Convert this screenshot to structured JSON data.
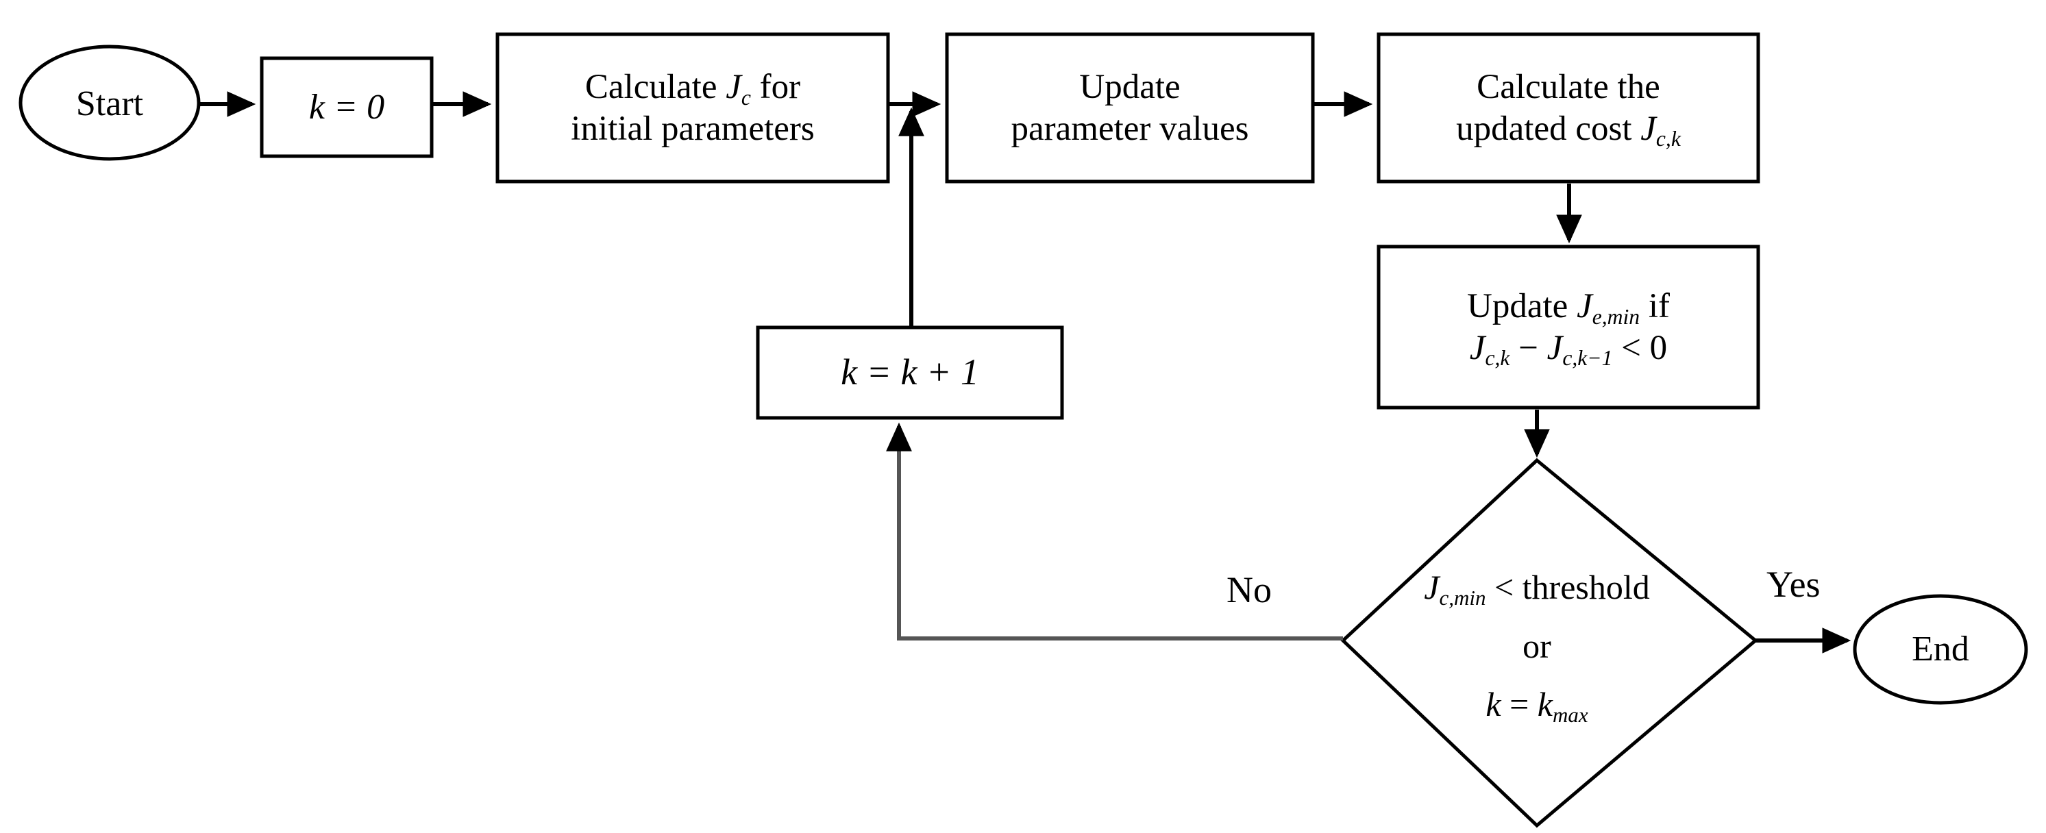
{
  "diagram": {
    "type": "flowchart",
    "title": "Iterative cost-minimization optimization loop",
    "background_color": "#ffffff",
    "stroke_color": "#000000",
    "muted_stroke_color": "#555555",
    "nodes": [
      {
        "id": "start",
        "shape": "ellipse",
        "label": "Start"
      },
      {
        "id": "init-k",
        "shape": "rectangle",
        "label": "k = 0",
        "math": true
      },
      {
        "id": "calc-initial",
        "shape": "rectangle",
        "line1_a": "Calculate ",
        "line1_math": "J",
        "line1_sub": "c",
        "line1_b": " for",
        "line2": "initial parameters"
      },
      {
        "id": "update-params",
        "shape": "rectangle",
        "line1": "Update",
        "line2": "parameter values"
      },
      {
        "id": "calc-updated",
        "shape": "rectangle",
        "line1": "Calculate the",
        "line2_a": "updated cost ",
        "line2_math": "J",
        "line2_sub": "c,k"
      },
      {
        "id": "update-jmin",
        "shape": "rectangle",
        "line1_a": "Update ",
        "line1_math": "J",
        "line1_sub": "e,min",
        "line1_b": " if",
        "line2_m1": "J",
        "line2_s1": "c,k",
        "line2_op1": " − ",
        "line2_m2": "J",
        "line2_s2": "c,k−1",
        "line2_op2": " < 0"
      },
      {
        "id": "increment-k",
        "shape": "rectangle",
        "label": "k = k + 1",
        "math": true
      },
      {
        "id": "decision",
        "shape": "diamond",
        "line1_math": "J",
        "line1_sub": "c,min",
        "line1_rest": " < threshold",
        "line2": "or",
        "line3_m1": "k",
        "line3_eq": " = ",
        "line3_m2": "k",
        "line3_s2": "max"
      },
      {
        "id": "end",
        "shape": "ellipse",
        "label": "End"
      }
    ],
    "edges": [
      {
        "id": "e-start-initk",
        "from": "start",
        "to": "init-k",
        "label": ""
      },
      {
        "id": "e-initk-calcinit",
        "from": "init-k",
        "to": "calc-initial",
        "label": ""
      },
      {
        "id": "e-calcinit-update",
        "from": "calc-initial",
        "to": "update-params",
        "label": ""
      },
      {
        "id": "e-update-calcupd",
        "from": "update-params",
        "to": "calc-updated",
        "label": ""
      },
      {
        "id": "e-calcupd-jmin",
        "from": "calc-updated",
        "to": "update-jmin",
        "label": ""
      },
      {
        "id": "e-jmin-decision",
        "from": "update-jmin",
        "to": "decision",
        "label": ""
      },
      {
        "id": "e-decision-end",
        "from": "decision",
        "to": "end",
        "label": "Yes"
      },
      {
        "id": "e-decision-increment",
        "from": "decision",
        "to": "increment-k",
        "label": "No"
      },
      {
        "id": "e-increment-loop",
        "from": "increment-k",
        "to": "update-params",
        "label": ""
      }
    ],
    "edge_labels": {
      "no": "No",
      "yes": "Yes"
    }
  }
}
